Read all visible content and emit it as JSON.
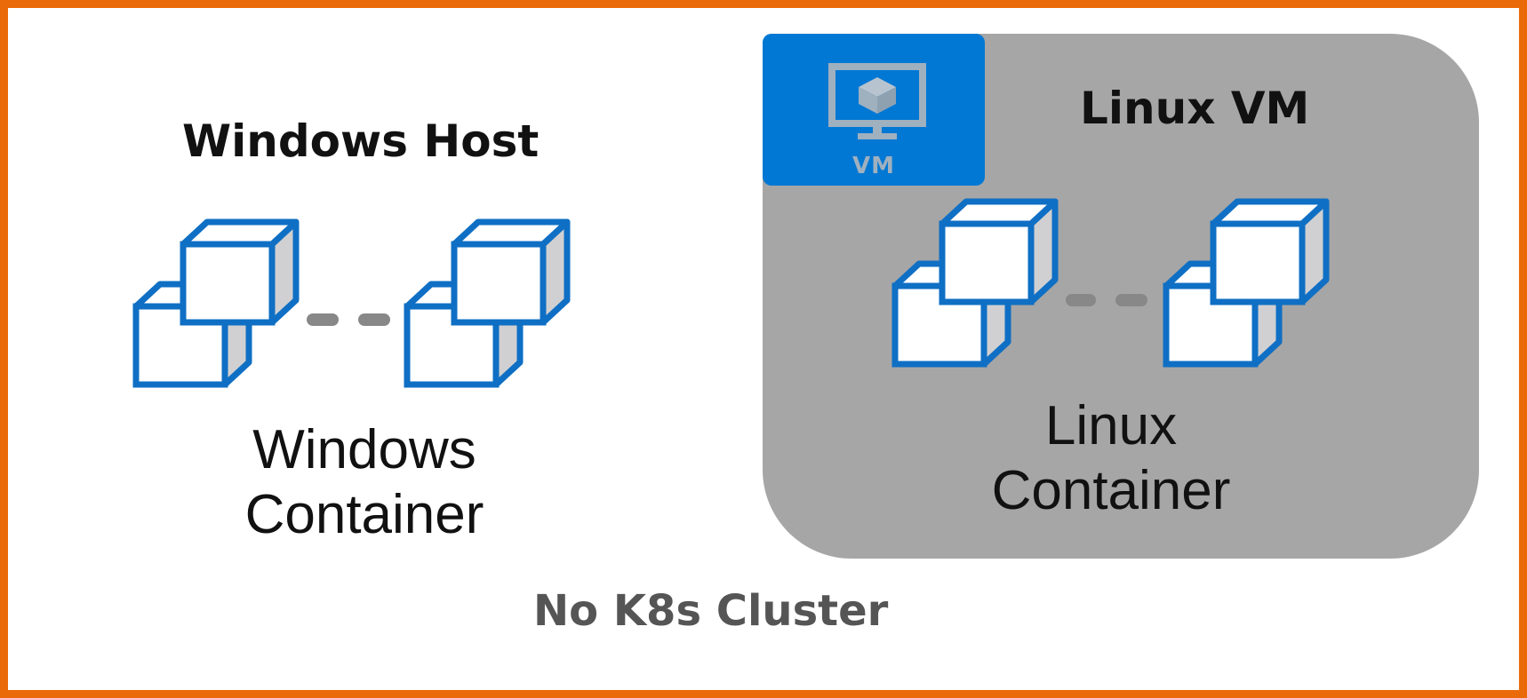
{
  "left": {
    "title": "Windows Host",
    "container_label_line1": "Windows",
    "container_label_line2": "Container"
  },
  "right": {
    "badge_label": "VM",
    "title": "Linux VM",
    "container_label_line1": "Linux",
    "container_label_line2": "Container"
  },
  "footer": {
    "label": "No K8s Cluster"
  },
  "colors": {
    "border": "#ea6a0a",
    "container_stroke": "#0f6fc4",
    "vm_badge": "#0078d4",
    "vm_panel": "#a6a6a6",
    "connector": "#888888"
  },
  "icons": {
    "containers": "container-cubes-icon",
    "vm": "vm-monitor-icon"
  }
}
